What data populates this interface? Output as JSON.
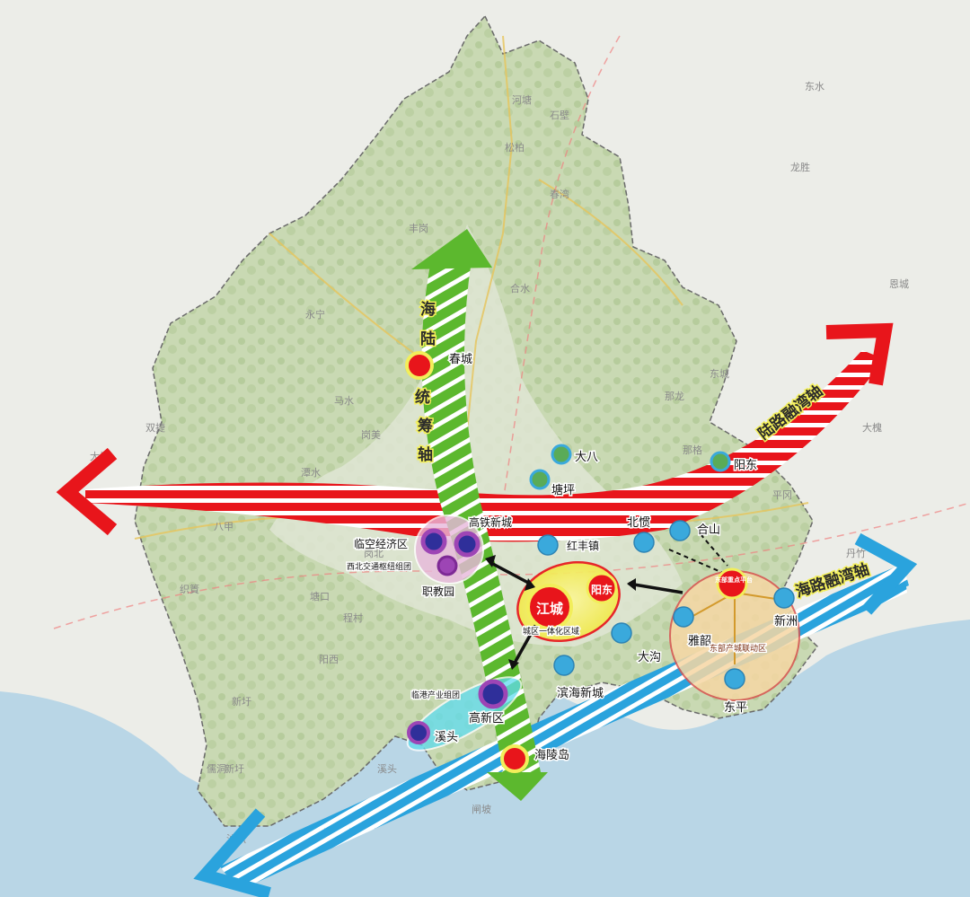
{
  "colors": {
    "land": "#ecede8",
    "region": "#c9d9b3",
    "region_dark": "#b6cc9c",
    "sea": "#b9d6e6",
    "red_axis": "#e8151b",
    "green_axis": "#5cb82e",
    "blue_axis": "#2aa3dd",
    "node_red": "#e8151b",
    "node_blue": "#3aa9dc",
    "node_purple": "#8d3fa8",
    "zone_yellow": "#f3f06a",
    "zone_orange": "#f6d7a4",
    "zone_pink": "#e8b9dc",
    "zone_cyan": "#5fdcef"
  },
  "axes": {
    "vertical": {
      "label_chars": [
        "海",
        "陆",
        "统",
        "筹",
        "轴"
      ]
    },
    "land": {
      "label": "陆路融湾轴"
    },
    "sea": {
      "label": "海路融湾轴"
    }
  },
  "places": {
    "chuncheng": "春城",
    "dadi": "大八",
    "tangping": "塘坪",
    "yangdong": "阳东",
    "gaotie": "高铁新城",
    "linkong": "临空经济区",
    "xibei": "西北交通枢纽组团",
    "zhijiao": "职教园",
    "hongfeng": "红丰镇",
    "beiguan": "北惯",
    "heshan": "合山",
    "jiangcheng": "江城",
    "yangdong_short": "阳东",
    "chengqu": "城区一体化区域",
    "dongbu_platform": "东部重点平台",
    "xinzhou": "新洲",
    "yashao": "雅韶",
    "dongbu_zone": "东部产城联动区",
    "dagou": "大沟",
    "binhai": "滨海新城",
    "dongping": "东平",
    "linjiang": "临港产业组团",
    "gaoxin": "高新区",
    "xitou": "溪头",
    "hailing": "海陵岛"
  },
  "basemap_labels": [
    "河塘",
    "石壁",
    "松柏",
    "春湾",
    "丰岗",
    "合水",
    "永宁",
    "岗美",
    "双捷",
    "大城",
    "八甲",
    "潭水",
    "马水",
    "岗北",
    "那龙",
    "东城",
    "新圩",
    "织篢",
    "塘口",
    "程村",
    "新圩",
    "闸坡",
    "沙扒",
    "儒洞",
    "阳西",
    "溪头",
    "东水",
    "那格",
    "平冈",
    "丹竹",
    "大槐",
    "龙胜",
    "恩城"
  ]
}
